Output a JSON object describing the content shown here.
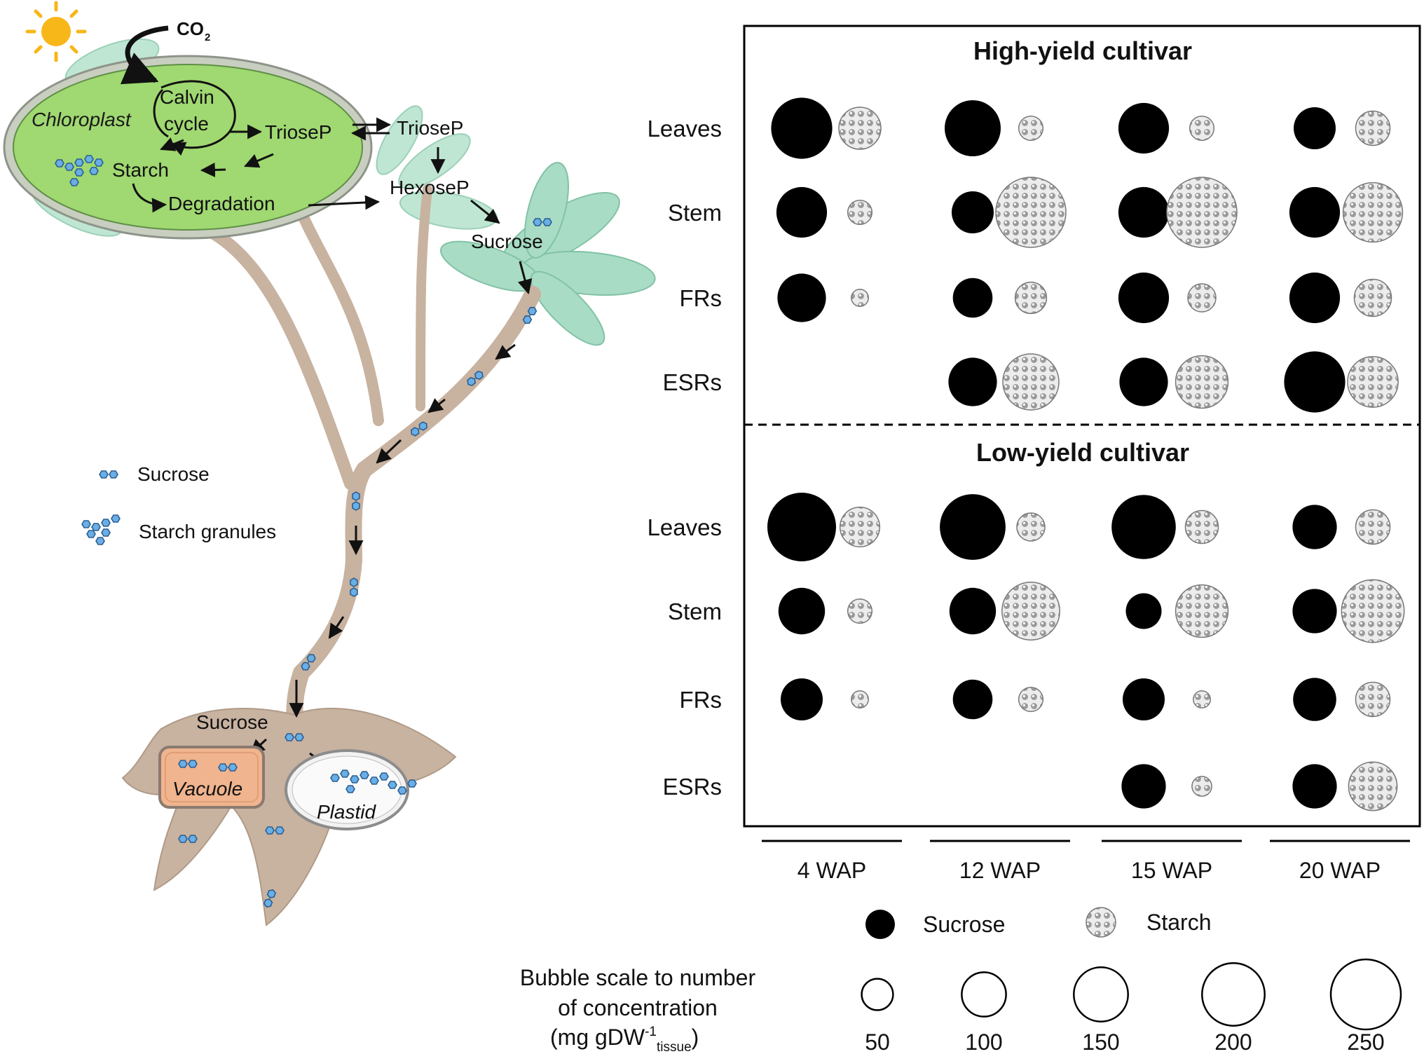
{
  "pathway": {
    "co2": "CO",
    "co2_sub": "2",
    "chloroplast": "Chloroplast",
    "calvin_line1": "Calvin",
    "calvin_line2": "cycle",
    "triose_inner": "TrioseP",
    "starch": "Starch",
    "degradation": "Degradation",
    "triose_outer": "TrioseP",
    "hexose": "HexoseP",
    "sucrose_top": "Sucrose",
    "sucrose_root": "Sucrose",
    "vacuole": "Vacuole",
    "plastid": "Plastid"
  },
  "legend_left": {
    "sucrose": "Sucrose",
    "starch_granules": "Starch granules"
  },
  "chart_data": {
    "type": "bubble",
    "panels": [
      {
        "title": "High-yield cultivar",
        "rows": [
          "Leaves",
          "Stem",
          "FRs",
          "ESRs"
        ],
        "sucrose": [
          [
            190,
            160,
            130,
            90
          ],
          [
            130,
            90,
            130,
            130
          ],
          [
            120,
            80,
            130,
            130
          ],
          [
            null,
            120,
            120,
            190
          ]
        ],
        "starch": [
          [
            90,
            30,
            30,
            60
          ],
          [
            30,
            250,
            250,
            180
          ],
          [
            15,
            50,
            40,
            70
          ],
          [
            null,
            160,
            140,
            130
          ]
        ]
      },
      {
        "title": "Low-yield cultivar",
        "rows": [
          "Leaves",
          "Stem",
          "FRs",
          "ESRs"
        ],
        "sucrose": [
          [
            240,
            220,
            210,
            100
          ],
          [
            110,
            110,
            65,
            100
          ],
          [
            90,
            80,
            90,
            95
          ],
          [
            null,
            null,
            100,
            100
          ]
        ],
        "starch": [
          [
            80,
            40,
            55,
            60
          ],
          [
            30,
            170,
            140,
            200
          ],
          [
            15,
            30,
            15,
            60
          ],
          [
            null,
            null,
            20,
            120
          ]
        ]
      }
    ],
    "columns": [
      "4 WAP",
      "12 WAP",
      "15 WAP",
      "20 WAP"
    ],
    "legend": {
      "sucrose": "Sucrose",
      "starch": "Starch"
    },
    "scale_title": [
      "Bubble scale to number",
      "of concentration",
      "(mg gDW",
      "-1",
      "tissue",
      ")"
    ],
    "scale_values": [
      50,
      100,
      150,
      200,
      250
    ]
  },
  "colors": {
    "sucrose_fill": "#000000",
    "starch_fill": "#e3e3e3",
    "starch_dot": "#8f8f8f",
    "chloroplast_fill": "#9cd96a",
    "plant_stem": "#c8b2a0",
    "leaf": "#a8dcc4",
    "vacuole_fill": "#f0b48e",
    "molecule": "#6aaee6"
  }
}
